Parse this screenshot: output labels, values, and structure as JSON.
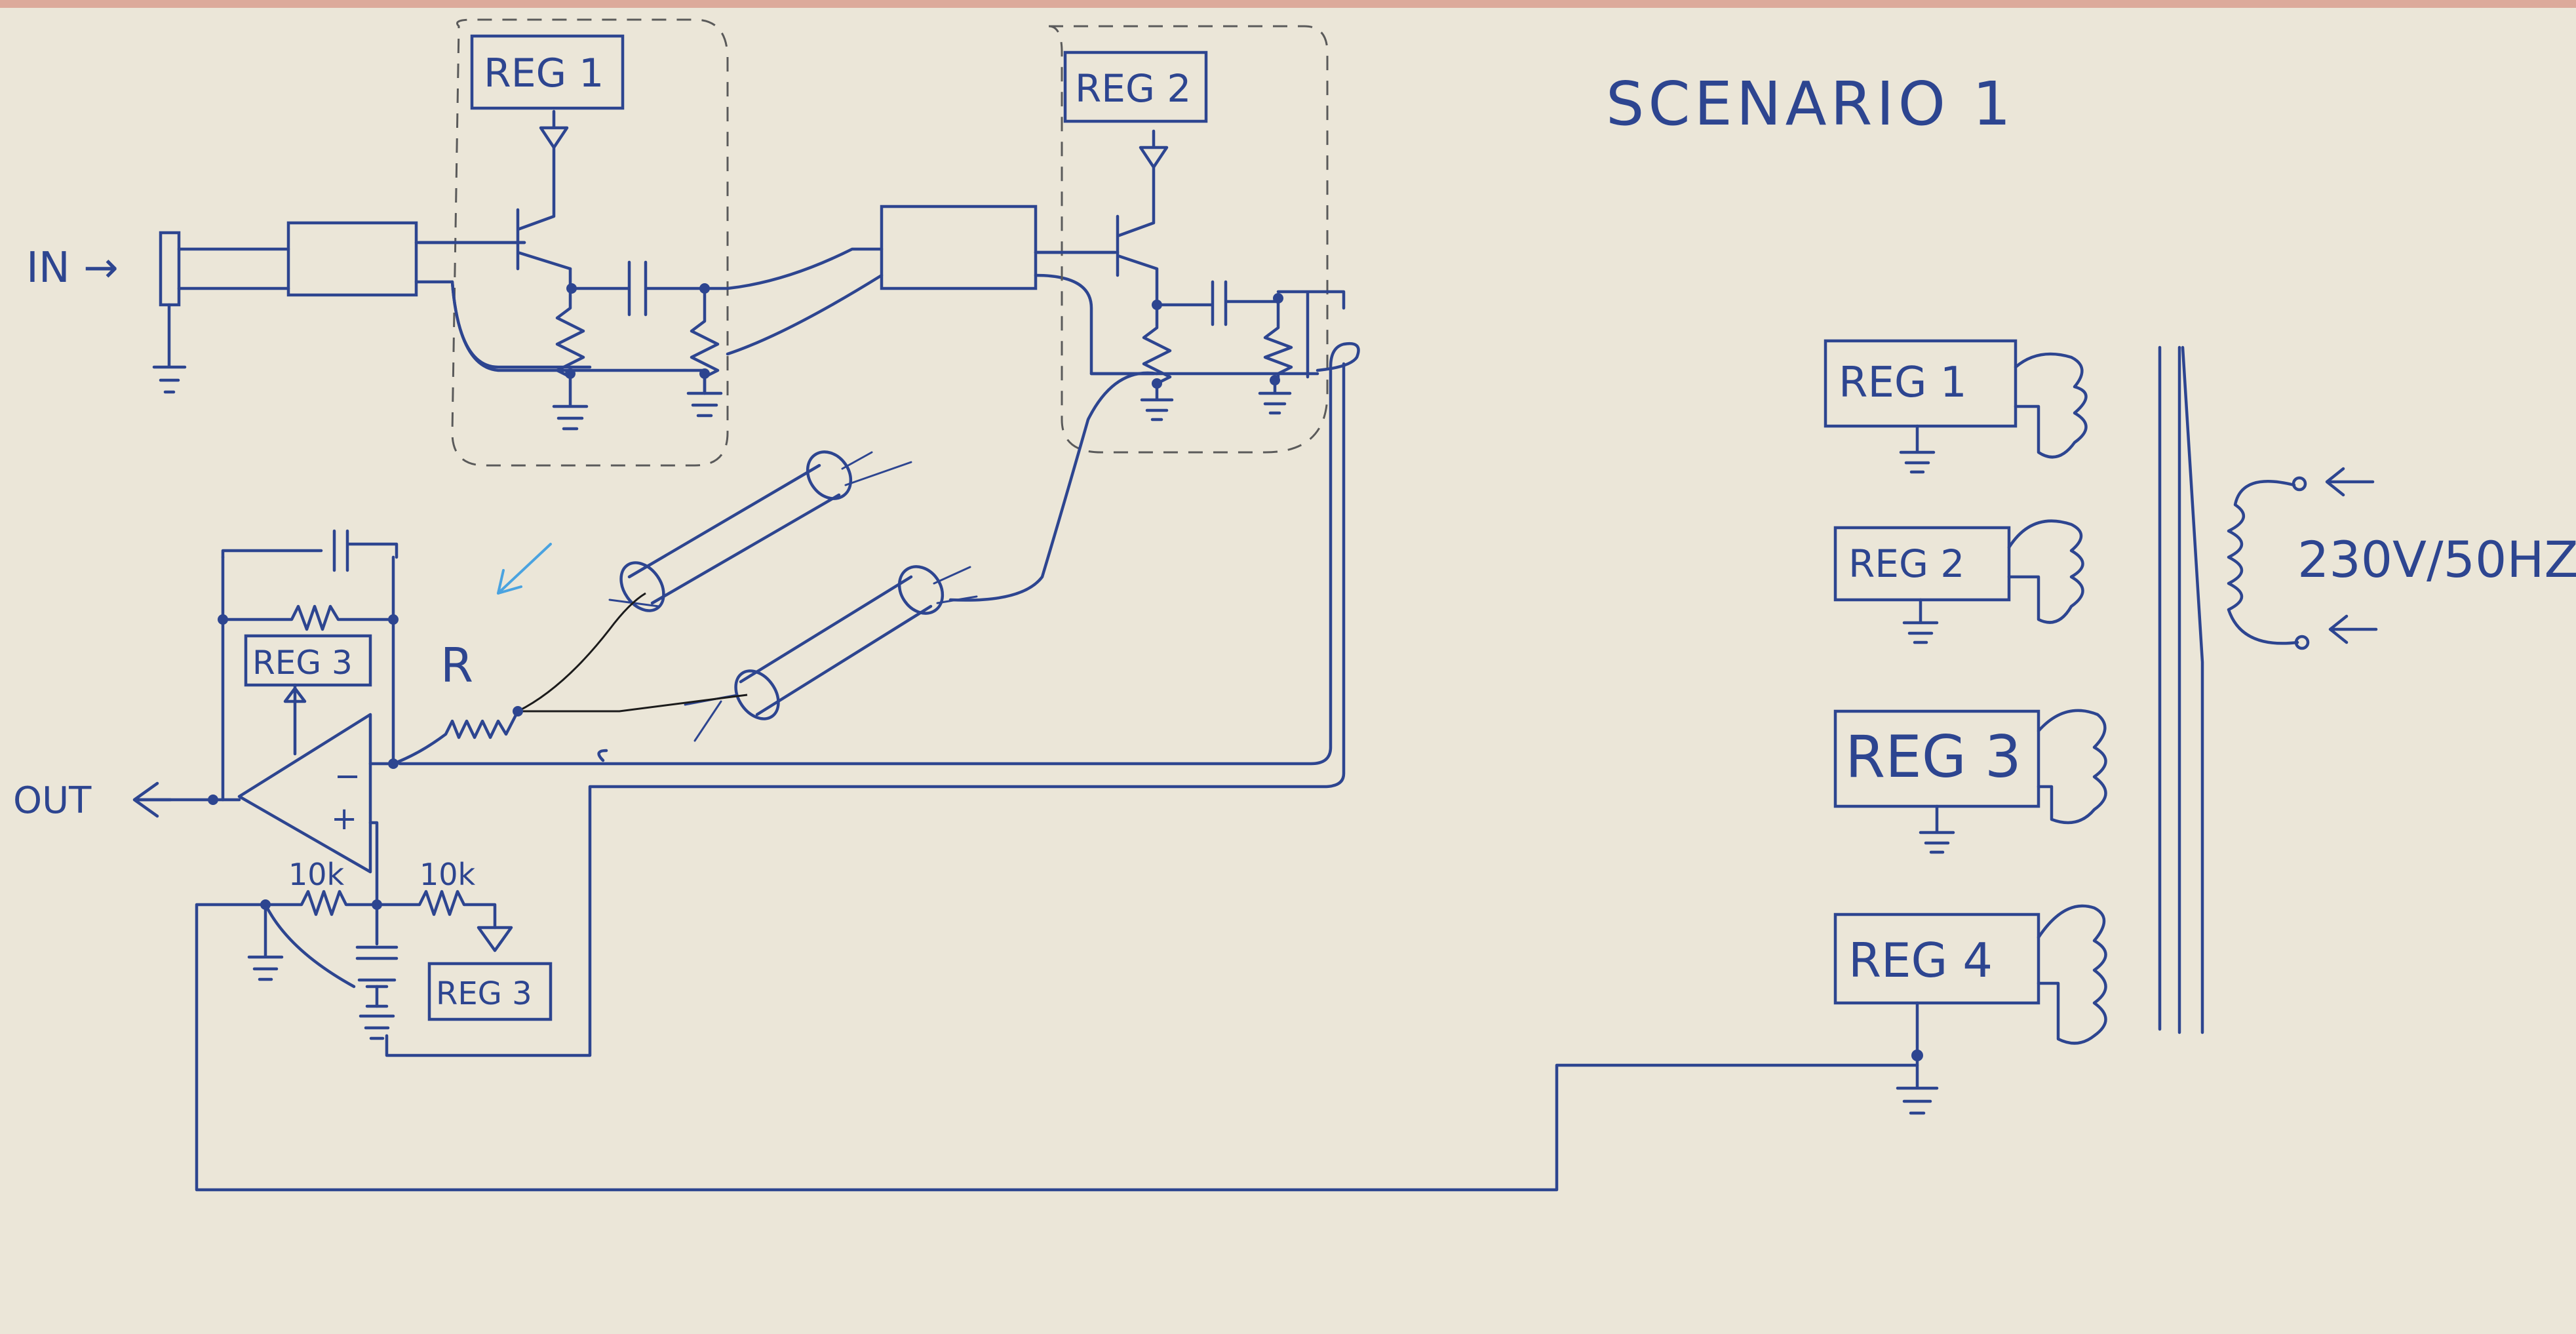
{
  "title": "SCENARIO 1",
  "labels": {
    "in": "IN →",
    "out": "OUT",
    "resistor": "R",
    "r1_value": "10k",
    "r2_value": "10k",
    "mains": "230V/50HZ"
  },
  "regulators": {
    "stage1": "REG 1",
    "stage2": "REG 2",
    "opamp_feedback": "REG 3",
    "opamp_bias": "REG 3",
    "supply": [
      "REG 1",
      "REG 2",
      "REG 3",
      "REG 4"
    ]
  },
  "colors": {
    "ink": "#2d4590",
    "paper": "#ebe6d8",
    "pencil": "#1b1b1b",
    "arrow": "#4aa3e0",
    "dashed_box": "#5a5a5a"
  }
}
